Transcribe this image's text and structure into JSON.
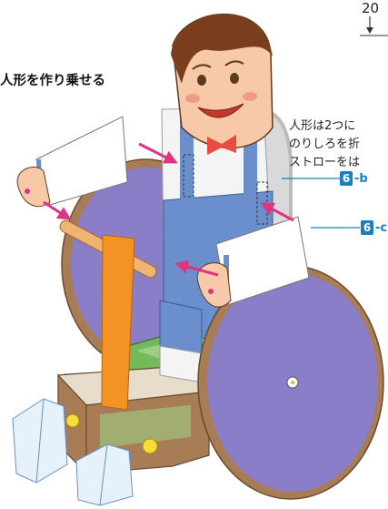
{
  "heading": "人形を作り乗せる",
  "step_number": "20",
  "instructions": [
    "人形は2つに",
    "のりしろを折",
    "ストローをは"
  ],
  "callouts": [
    {
      "number": "6",
      "suffix": "-b"
    },
    {
      "number": "6",
      "suffix": "-c"
    }
  ],
  "colors": {
    "wheel": "#8a7ec9",
    "seat_green": "#74b95a",
    "cardboard": "#a87c55",
    "shirt": "#f4f4f4",
    "overalls": "#6a8fcc",
    "skin": "#f8c9a8",
    "hair": "#7a3e1c",
    "straw": "#f39323",
    "arrow": "#e0347f",
    "badge": "#1a7fc1"
  },
  "icons": [
    "arrow-icon",
    "wheel-hub-icon"
  ]
}
